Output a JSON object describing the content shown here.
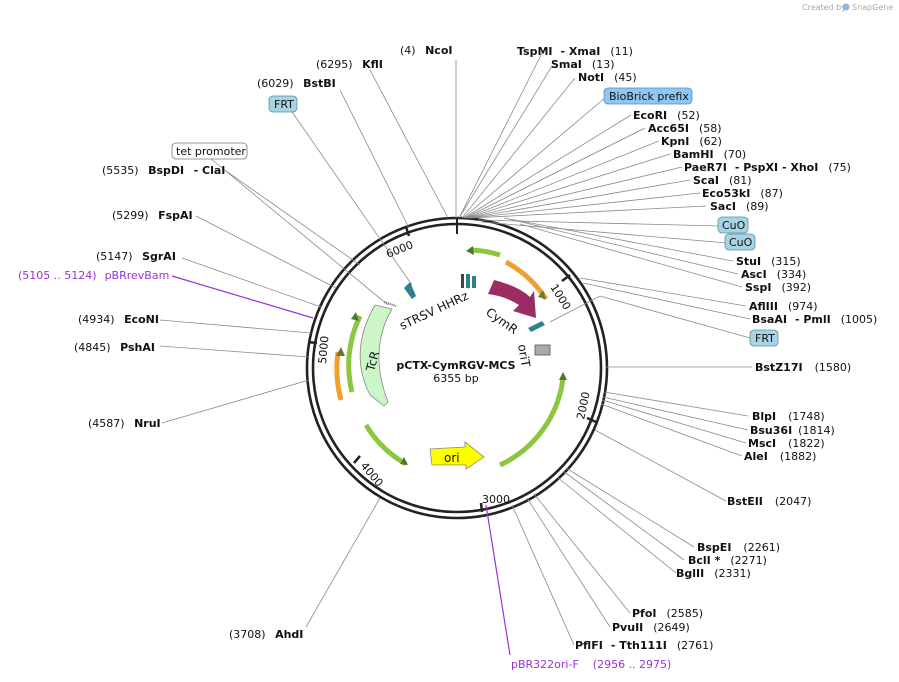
{
  "branding": {
    "created_by": "Created by",
    "app": "SnapGene"
  },
  "plasmid": {
    "name": "pCTX-CymRGV-MCS",
    "length": "6355 bp"
  },
  "ticks": [
    "1000",
    "2000",
    "3000",
    "4000",
    "5000",
    "6000"
  ],
  "sites": [
    {
      "pos": "(4)",
      "name": "NcoI"
    },
    {
      "name": "TspMI",
      "sep": "- XmaI",
      "pos": "(11)"
    },
    {
      "name": "SmaI",
      "pos": "(13)"
    },
    {
      "name": "NotI",
      "pos": "(45)"
    },
    {
      "name": "EcoRI",
      "pos": "(52)"
    },
    {
      "name": "Acc65I",
      "pos": "(58)"
    },
    {
      "name": "KpnI",
      "pos": "(62)"
    },
    {
      "name": "BamHI",
      "pos": "(70)"
    },
    {
      "name": "PaeR7I",
      "sep": "- PspXI   - XhoI",
      "pos": "(75)"
    },
    {
      "name": "ScaI",
      "pos": "(81)"
    },
    {
      "name": "Eco53kI",
      "pos": "(87)"
    },
    {
      "name": "SacI",
      "pos": "(89)"
    },
    {
      "name": "StuI",
      "pos": "(315)"
    },
    {
      "name": "AscI",
      "pos": "(334)"
    },
    {
      "name": "SspI",
      "pos": "(392)"
    },
    {
      "name": "AflIII",
      "pos": "(974)"
    },
    {
      "name": "BsaAI",
      "sep": "- PmlI",
      "pos": "(1005)"
    },
    {
      "name": "BstZ17I",
      "pos": "(1580)"
    },
    {
      "name": "BlpI",
      "pos": "(1748)"
    },
    {
      "name": "Bsu36I",
      "pos": "(1814)"
    },
    {
      "name": "MscI",
      "pos": "(1822)"
    },
    {
      "name": "AleI",
      "pos": "(1882)"
    },
    {
      "name": "BstEII",
      "pos": "(2047)"
    },
    {
      "name": "BspEI",
      "pos": "(2261)"
    },
    {
      "name": "BclI *",
      "pos": "(2271)"
    },
    {
      "name": "BglII",
      "pos": "(2331)"
    },
    {
      "name": "PfoI",
      "pos": "(2585)"
    },
    {
      "name": "PvuII",
      "pos": "(2649)"
    },
    {
      "name": "PflFI",
      "sep": "- Tth111I",
      "pos": "(2761)"
    },
    {
      "pos": "(3708)",
      "name": "AhdI"
    },
    {
      "pos": "(4587)",
      "name": "NruI"
    },
    {
      "pos": "(4845)",
      "name": "PshAI"
    },
    {
      "pos": "(4934)",
      "name": "EcoNI"
    },
    {
      "pos": "(5147)",
      "name": "SgrAI"
    },
    {
      "pos": "(5299)",
      "name": "FspAI"
    },
    {
      "pos": "(5535)",
      "name": "BspDI",
      "sep": "- ClaI"
    },
    {
      "pos": "(6029)",
      "name": "BstBI"
    },
    {
      "pos": "(6295)",
      "name": "KflI"
    }
  ],
  "primers": [
    {
      "label": "pBRrevBam",
      "range": "(5105 .. 5124)"
    },
    {
      "label": "pBR322ori-F",
      "range": "(2956 .. 2975)"
    }
  ],
  "boxes": {
    "biobrick": "BioBrick prefix",
    "frt_top": "FRT",
    "frt_right": "FRT",
    "cuo1": "CuO",
    "cuo2": "CuO",
    "tet_promoter": "tet promoter"
  },
  "features": {
    "strsv": "sTRSV HHRz",
    "cymr": "CymR",
    "orit": "oriT",
    "tcr": "TcR",
    "ori": "ori"
  },
  "colors": {
    "backbone": "#222222",
    "site_line": "#8a8a8a",
    "primer": "#9b30d9",
    "misc_box": "#a7d3e3",
    "biobrick_box": "#8ec7f5",
    "green_arrow": "#8cc63f",
    "orange_arrow": "#f0a030",
    "cymr": "#9c2c64",
    "tcr": "#ccf5c8",
    "ori": "#ffff00",
    "teal_mark": "#2f7f8f"
  }
}
